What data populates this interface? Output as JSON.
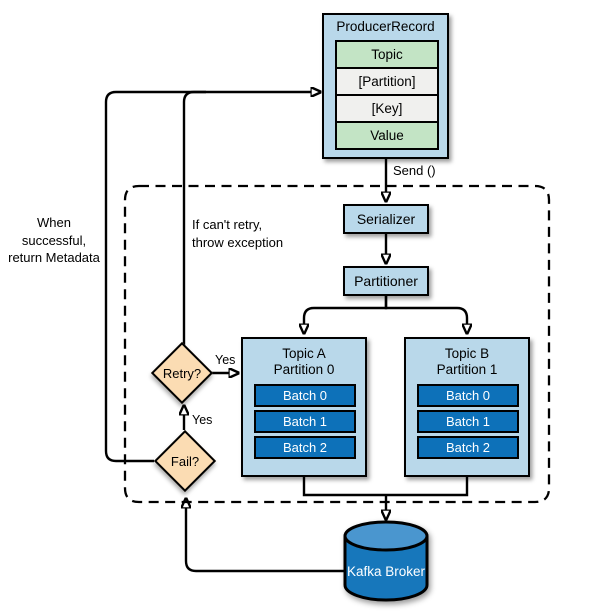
{
  "colors": {
    "box_blue": "#b9d8ea",
    "row_green": "#c3e4c5",
    "row_gray": "#f0f0ee",
    "batch_blue": "#0d71b9",
    "cylinder_body": "#1777bb",
    "cylinder_top": "#4a96cf",
    "diamond_peach": "#fbdcb3",
    "line_black": "#000000"
  },
  "producer_record": {
    "title": "ProducerRecord",
    "rows": [
      {
        "label": "Topic",
        "style": "green"
      },
      {
        "label": "[Partition]",
        "style": "gray"
      },
      {
        "label": "[Key]",
        "style": "gray"
      },
      {
        "label": "Value",
        "style": "green"
      }
    ]
  },
  "labels": {
    "send": "Send ()",
    "serializer": "Serializer",
    "partitioner": "Partitioner",
    "retry": "Retry?",
    "fail": "Fail?",
    "yes_retry": "Yes",
    "yes_fail": "Yes",
    "broker": "Kafka Broker"
  },
  "annotations": {
    "success_line1": "When successful,",
    "success_line2": "return Metadata",
    "throw_line1": "If can't retry,",
    "throw_line2": "throw exception"
  },
  "topic_a": {
    "title": "Topic A",
    "subtitle": "Partition 0",
    "batches": [
      "Batch 0",
      "Batch 1",
      "Batch 2"
    ]
  },
  "topic_b": {
    "title": "Topic B",
    "subtitle": "Partition 1",
    "batches": [
      "Batch 0",
      "Batch 1",
      "Batch 2"
    ]
  }
}
